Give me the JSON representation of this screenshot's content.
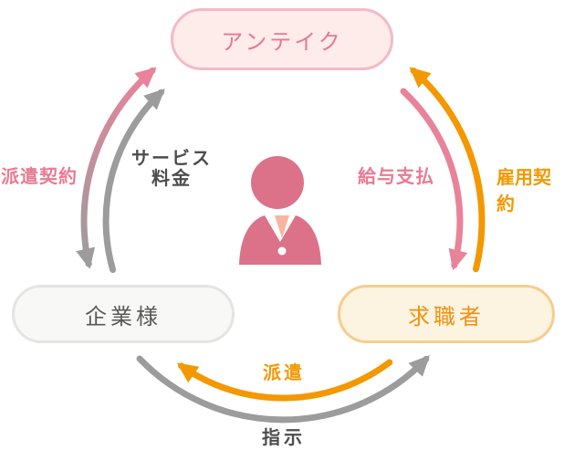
{
  "diagram": {
    "type": "relationship-diagram",
    "nodes": {
      "anteiku": {
        "label": "アンテイク",
        "fill": "#fdecea",
        "border": "#f3bac8",
        "text_color": "#e8798e"
      },
      "client": {
        "label": "企業様",
        "fill": "#f8f8f7",
        "border": "#e4e4e3",
        "text_color": "#595959"
      },
      "jobseeker": {
        "label": "求職者",
        "fill": "#fdf3e1",
        "border": "#f8cc8c",
        "text_color": "#ef9210"
      }
    },
    "edges": {
      "dispatch_contract": {
        "label": "派遣契約",
        "between": [
          "企業様",
          "アンテイク"
        ],
        "arrows": "both",
        "label_color": "#e87b93",
        "line_color": "pink-to-gray-gradient"
      },
      "service_fee": {
        "label": "サービス\n料金",
        "from": "企業様",
        "to": "アンテイク",
        "arrows": "to",
        "label_color": "#4d4d4d",
        "line_color": "#9c9c9c"
      },
      "salary_payment": {
        "label": "給与支払",
        "from": "アンテイク",
        "to": "求職者",
        "arrows": "to",
        "label_color": "#e87b93",
        "line_color": "#e8839a"
      },
      "employment_contract": {
        "label": "雇用契約",
        "from": "求職者",
        "to": "アンテイク",
        "arrows": "to",
        "label_color": "#f39800",
        "line_color": "#f39800"
      },
      "dispatch": {
        "label": "派遣",
        "from": "求職者",
        "to": "企業様",
        "arrows": "to",
        "label_color": "#f39800",
        "line_color": "#f39800"
      },
      "instructions": {
        "label": "指示",
        "from": "企業様",
        "to": "求職者",
        "arrows": "to",
        "label_color": "#4d4d4d",
        "line_color": "#9c9c9c"
      }
    },
    "center_icon": {
      "name": "person-icon",
      "color": "#dc7289"
    }
  }
}
